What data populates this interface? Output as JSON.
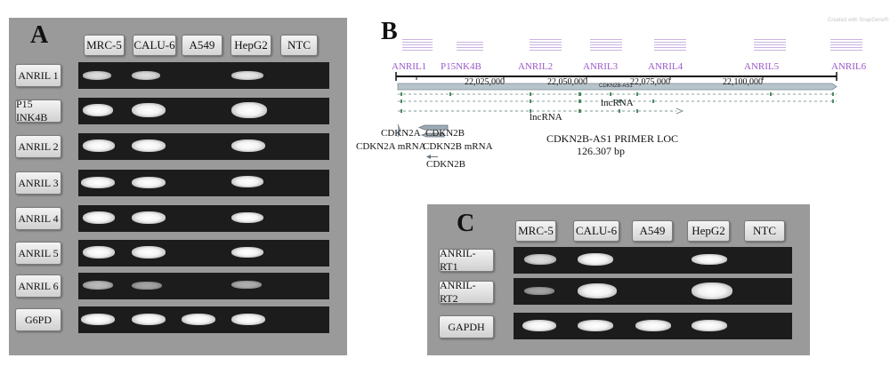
{
  "panel_a": {
    "letter": "A",
    "columns": [
      "MRC-5",
      "CALU-6",
      "A549",
      "HepG2",
      "NTC"
    ],
    "rows": [
      "ANRIL 1",
      "P15 INK4B",
      "ANRIL 2",
      "ANRIL 3",
      "ANRIL 4",
      "ANRIL 5",
      "ANRIL 6",
      "G6PD"
    ]
  },
  "panel_b": {
    "letter": "B",
    "watermark": "Created with SnapGene®",
    "primer_labels": [
      "ANRIL1",
      "P15NK4B",
      "ANRIL2",
      "ANRIL3",
      "ANRIL4",
      "ANRIL5",
      "ANRIL6"
    ],
    "ticks": [
      "22,025,000",
      "22,050,000",
      "22,075,000",
      "22,100,000"
    ],
    "feature_label": "CDKN2B-AS1",
    "lncrna_labels": [
      "lncRNA",
      "lncRNA"
    ],
    "gene_labels": [
      "CDKN2A",
      "CDKN2B",
      "CDKN2A mRNA",
      "CDKN2B mRNA",
      "CDKN2B"
    ],
    "title": "CDKN2B-AS1 PRIMER LOC",
    "length": "126.307 bp"
  },
  "panel_c": {
    "letter": "C",
    "columns": [
      "MRC-5",
      "CALU-6",
      "A549",
      "HepG2",
      "NTC"
    ],
    "rows": [
      "ANRIL-RT1",
      "ANRIL-RT2",
      "GAPDH"
    ]
  }
}
